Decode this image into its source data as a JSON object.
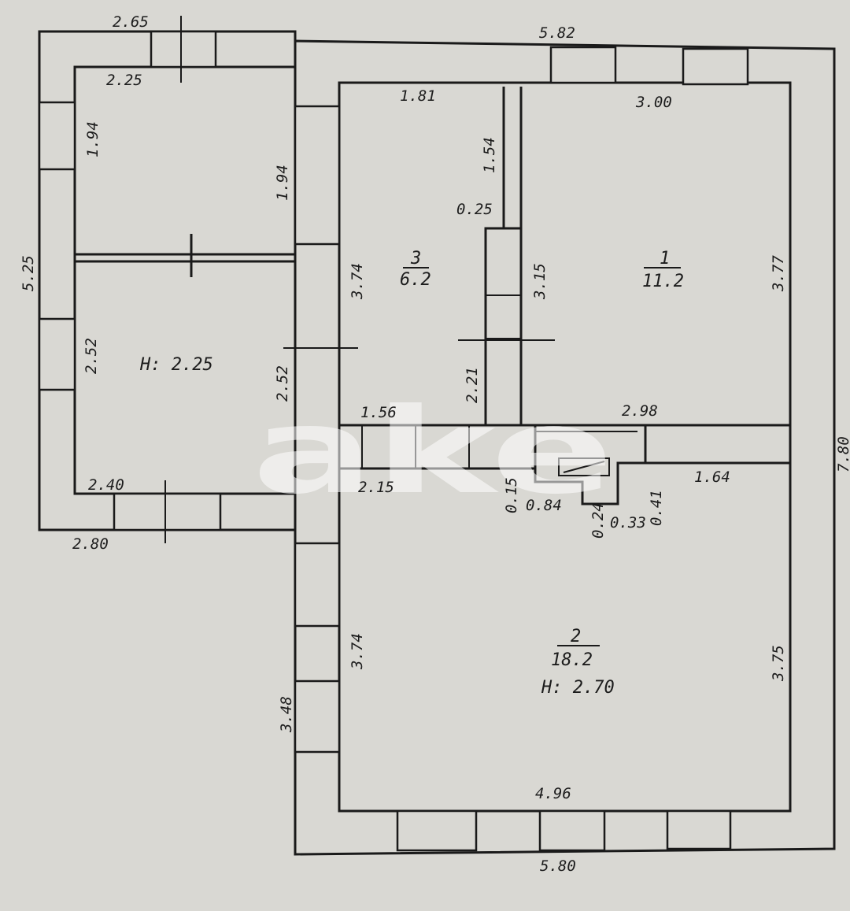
{
  "watermark": "ake",
  "dimensions": {
    "top_left_outer": "2.65",
    "top_right_outer": "5.82",
    "left_inner_top": "2.25",
    "left_room_height": "1.94",
    "left_room_height_right": "1.94",
    "left_outer_side": "5.25",
    "left_lower_height": "2.52",
    "left_lower_height_right": "2.52",
    "left_bottom_inner": "2.40",
    "left_bottom_outer": "2.80",
    "room3_top": "1.81",
    "room3_top_partition": "1.54",
    "room3_partition_gap": "0.25",
    "room3_left_height": "3.74",
    "room3_right_height": "3.15",
    "room3_lower_partition": "2.21",
    "room1_top": "3.00",
    "room1_right_height": "3.77",
    "corridor_left": "1.56",
    "corridor_right": "2.98",
    "corridor_below_left": "2.15",
    "oven_depth": "0.15",
    "oven_width": "0.84",
    "oven_small_a": "0.24",
    "oven_small_b": "0.33",
    "oven_small_c": "0.41",
    "corridor_below_right": "1.64",
    "room2_left_height": "3.74",
    "room2_outer_left": "3.48",
    "room2_right_height": "3.75",
    "room2_bottom_inner": "4.96",
    "bottom_outer": "5.80",
    "right_outer_side": "7.80"
  },
  "rooms": {
    "room1": {
      "number": "1",
      "area": "11.2"
    },
    "room2": {
      "number": "2",
      "area": "18.2",
      "height": "H: 2.70"
    },
    "room3": {
      "number": "3",
      "area": "6.2"
    },
    "left_annex": {
      "height": "H: 2.25"
    }
  }
}
